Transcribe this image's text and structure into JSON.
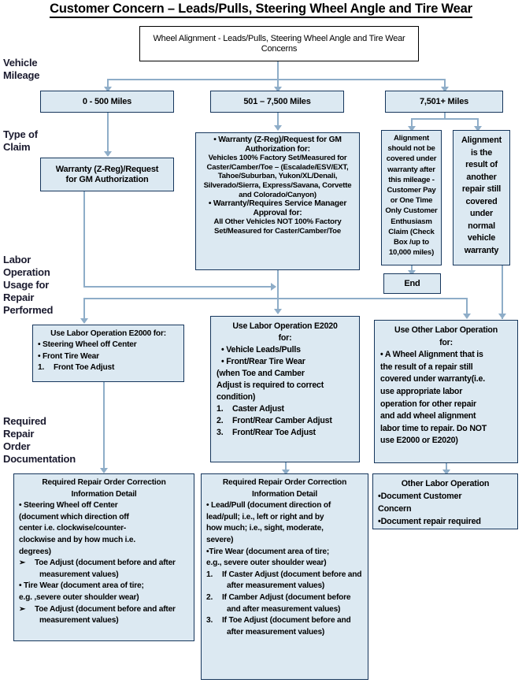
{
  "title": "Customer Concern – Leads/Pulls, Steering Wheel Angle and Tire Wear",
  "row_labels": {
    "vehicle_mileage": "Vehicle\nMileage",
    "type_of_claim": "Type of\nClaim",
    "labor_operation": "Labor\nOperation\nUsage for\nRepair\nPerformed",
    "documentation": "Required\nRepair\nOrder\nDocumentation"
  },
  "start_box": {
    "text": "Wheel Alignment - Leads/Pulls, Steering Wheel Angle and Tire Wear Concerns"
  },
  "mileage_boxes": [
    {
      "label": "0 - 500 Miles"
    },
    {
      "label": "501 – 7,500 Miles"
    },
    {
      "label": "7,501+ Miles"
    }
  ],
  "claim_boxes": {
    "left": {
      "line1": "Warranty (Z-Reg)/Request",
      "line2": "for GM  Authorization"
    },
    "middle": {
      "heading1": "• Warranty (Z-Reg)/Request for GM",
      "heading1b": "Authorization for:",
      "body1": [
        "Vehicles 100% Factory Set/Measured for",
        "Caster/Camber/Toe – (Escalade/ESV/EXT,",
        "Tahoe/Suburban,  Yukon/XL/Denali,",
        "Silverado/Sierra, Express/Savana,  Corvette",
        "and Colorado/Canyon)"
      ],
      "heading2": "• Warranty/Requires Service Manager",
      "heading2b": "Approval for:",
      "body2": [
        "All Other Vehicles NOT 100% Factory",
        "Set/Measured for Caster/Camber/Toe"
      ]
    },
    "right_a": {
      "lines": [
        "Alignment",
        "should not be",
        "covered under",
        "warranty after",
        "this mileage -",
        "Customer Pay",
        "or  One Time",
        "Only Customer",
        "Enthusiasm",
        "Claim (Check",
        "Box /up to",
        "10,000 miles)"
      ]
    },
    "right_b": {
      "lines": [
        "Alignment",
        "is the",
        "result of",
        "another",
        "repair still",
        "covered",
        "under",
        "normal",
        "vehicle",
        "warranty"
      ]
    },
    "end": {
      "label": "End"
    }
  },
  "labor_boxes": {
    "left": {
      "heading": "Use Labor Operation E2000 for:",
      "bullets": [
        "• Steering Wheel off Center",
        "• Front Tire Wear"
      ],
      "numbered": [
        {
          "n": "1.",
          "text": "Front Toe Adjust"
        }
      ]
    },
    "middle": {
      "heading": "Use Labor Operation E2020",
      "heading2": "for:",
      "bullets": [
        "• Vehicle Leads/Pulls",
        "• Front/Rear Tire Wear"
      ],
      "note": [
        "(when Toe and Camber",
        "Adjust is required to correct",
        "condition)"
      ],
      "numbered": [
        {
          "n": "1.",
          "text": "Caster Adjust"
        },
        {
          "n": "2.",
          "text": "Front/Rear Camber Adjust"
        },
        {
          "n": "3.",
          "text": "Front/Rear Toe Adjust"
        }
      ]
    },
    "right": {
      "heading": "Use Other Labor Operation",
      "heading2": "for:",
      "body": [
        "• A Wheel Alignment that is",
        "the result of a repair still",
        "covered under warranty(i.e.",
        "use appropriate labor",
        "operation for other repair",
        "and add wheel alignment",
        "labor time to repair. Do NOT",
        "use E2000 or E2020)"
      ]
    }
  },
  "doc_boxes": {
    "left": {
      "heading1": "Required Repair Order Correction",
      "heading2": "Information Detail",
      "body": [
        "•  Steering Wheel off Center",
        "(document which direction off",
        "center i.e. clockwise/counter-",
        "clockwise and by how much i.e.",
        "degrees)"
      ],
      "arrow1": {
        "glyph": "➢",
        "text": "Toe Adjust (document before and after measurement values)"
      },
      "body2": [
        "• Tire Wear (document area of tire;",
        "e.g. ,severe outer shoulder wear)"
      ],
      "arrow2": {
        "glyph": "➢",
        "text": "Toe Adjust (document before and after measurement values)"
      }
    },
    "middle": {
      "heading1": "Required Repair Order Correction",
      "heading2": "Information Detail",
      "body": [
        "•  Lead/Pull (document direction of",
        "lead/pull; i.e., left or right and by",
        "how much; i.e., sight, moderate,",
        "severe)",
        "•Tire Wear (document area of tire;",
        "e.g., severe outer shoulder wear)"
      ],
      "numbered": [
        {
          "n": "1.",
          "text": "If Caster Adjust (document before and after measurement values)"
        },
        {
          "n": "2.",
          "text": "If Camber Adjust (document before and after measurement values)"
        },
        {
          "n": "3.",
          "text": "If Toe Adjust (document before and after measurement values)"
        }
      ]
    },
    "right": {
      "heading": "Other Labor Operation",
      "body": [
        "•Document Customer",
        "Concern",
        "•Document repair required"
      ]
    }
  },
  "colors": {
    "box_fill": "#dce9f2",
    "box_border": "#16365c",
    "connector": "#8eadc8",
    "title": "#000000"
  }
}
